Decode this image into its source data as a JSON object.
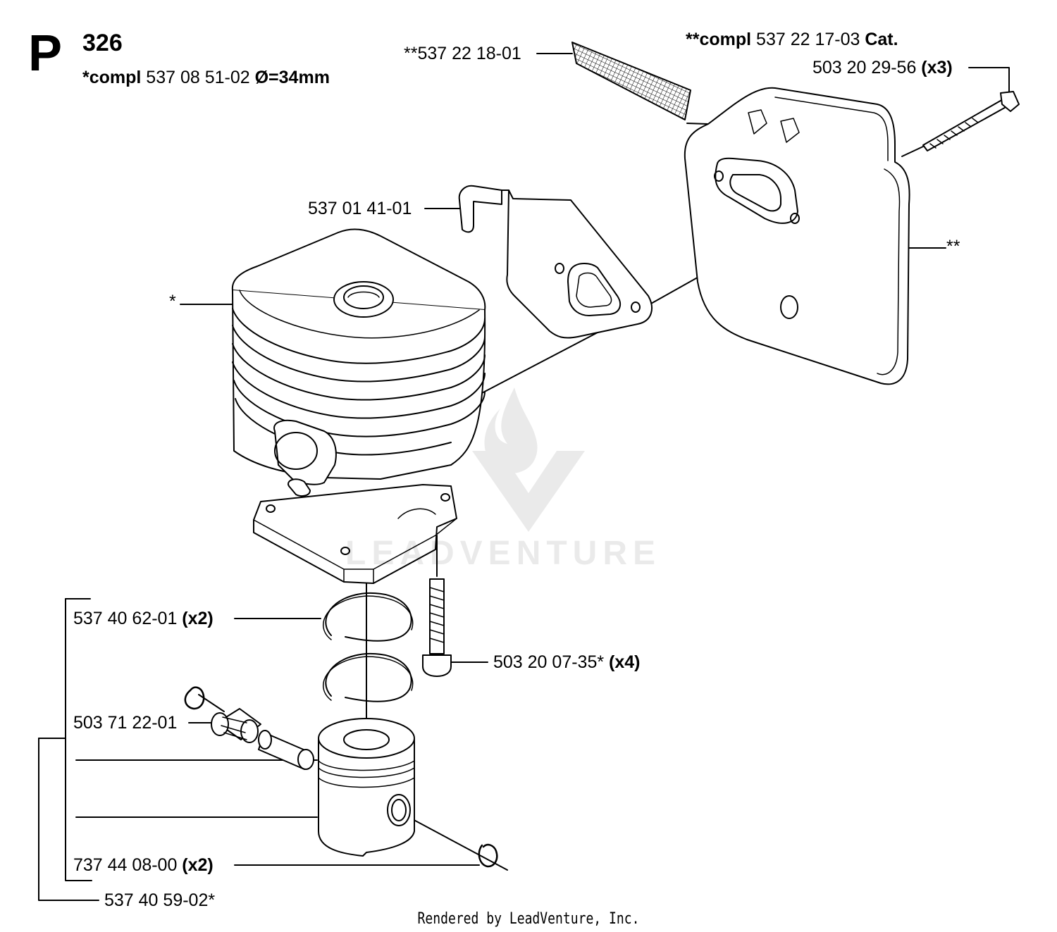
{
  "header": {
    "section_letter": "P",
    "model": "326",
    "cylinder_kit": {
      "prefix": "*compl",
      "number": " 537 08 51-02 ",
      "spec": "Ø=34mm"
    },
    "muffler_kit": {
      "prefix": "**compl",
      "number": " 537 22 17-03 ",
      "suffix": "Cat."
    }
  },
  "callouts": {
    "spark_screen": {
      "number": "**537 22 18-01"
    },
    "muffler_bolt": {
      "number": "503 20 29-56 ",
      "qty": "(x3)"
    },
    "muffler_bracket": {
      "number": "537 01 41-01"
    },
    "muffler_marker": {
      "number": "**"
    },
    "cylinder_marker": {
      "number": "*"
    },
    "piston_ring": {
      "number": "537 40 62-01 ",
      "qty": "(x2)"
    },
    "cylinder_screw": {
      "number": "503 20 07-35* ",
      "qty": "(x4)"
    },
    "needle_bearing": {
      "number": "503 71 22-01"
    },
    "circlip": {
      "number": "737 44 08-00 ",
      "qty": "(x2)"
    },
    "piston_kit": {
      "number": "537 40 59-02*"
    }
  },
  "watermark": {
    "text": "LEADVENTURE"
  },
  "footer": {
    "text": "Rendered by LeadVenture, Inc."
  }
}
